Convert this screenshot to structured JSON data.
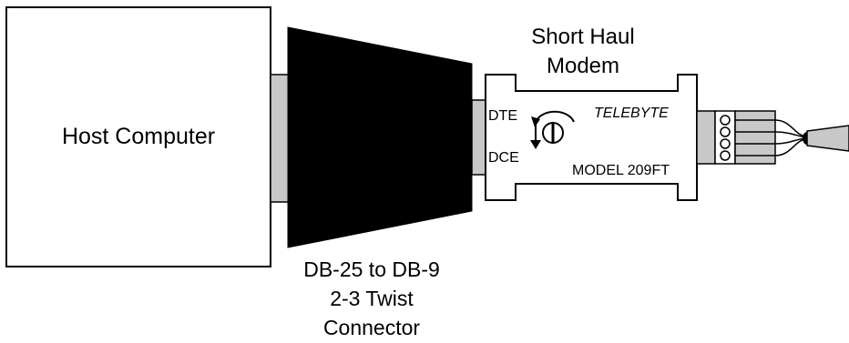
{
  "host": {
    "label": "Host Computer"
  },
  "connector": {
    "line1": "DB-25 to DB-9",
    "line2": "2-3 Twist",
    "line3": "Connector"
  },
  "modem": {
    "title_line1": "Short Haul",
    "title_line2": "Modem",
    "brand": "TELEBYTE",
    "model": "MODEL 209FT",
    "switch_dte": "DTE",
    "switch_dce": "DCE"
  },
  "icons": [
    "rotary-switch-icon",
    "rotation-arrow-icon",
    "screw-terminal-icon"
  ],
  "colors": {
    "stroke": "#000000",
    "fill_gray": "#c8c8c8",
    "connector": "#000000"
  }
}
